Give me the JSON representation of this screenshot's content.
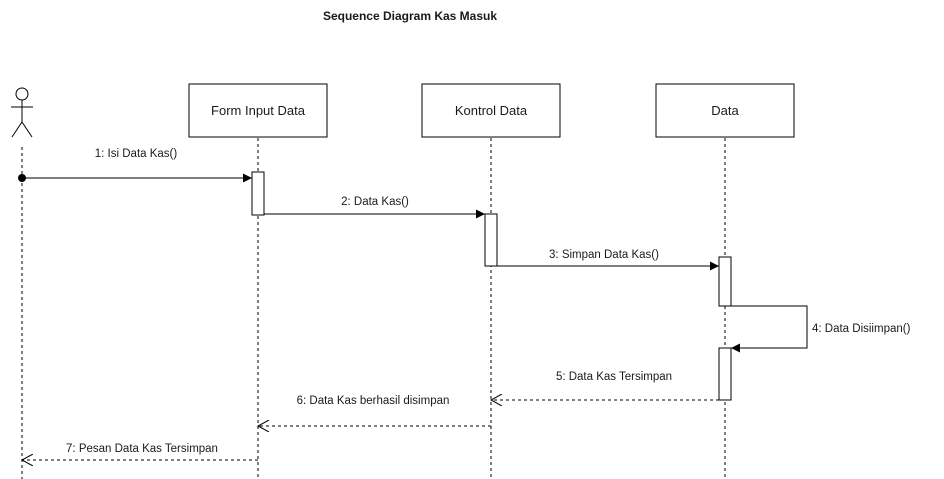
{
  "title": "Sequence Diagram  Kas Masuk",
  "participants": [
    {
      "label": "Form Input Data"
    },
    {
      "label": "Kontrol Data"
    },
    {
      "label": "Data"
    }
  ],
  "messages": [
    {
      "label": "1: Isi  Data Kas()",
      "kind": "sync"
    },
    {
      "label": "2:  Data Kas()",
      "kind": "sync"
    },
    {
      "label": "3: Simpan Data Kas()",
      "kind": "sync"
    },
    {
      "label": "4: Data Disiimpan()",
      "kind": "self"
    },
    {
      "label": "5: Data Kas Tersimpan",
      "kind": "none"
    },
    {
      "label": "6: Data Kas berhasil disimpan",
      "kind": "return"
    },
    {
      "label": "7: Pesan Data Kas Tersimpan",
      "kind": "return"
    }
  ]
}
